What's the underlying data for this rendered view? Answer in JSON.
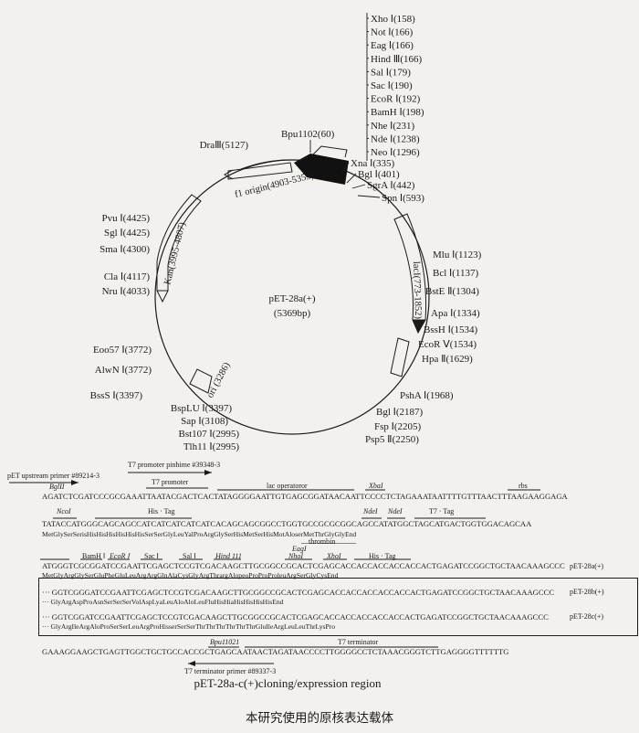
{
  "plasmid": {
    "name": "pET-28a(+)",
    "size": "(5369bp)"
  },
  "sites_right": [
    "Xho Ⅰ(158)",
    "Not Ⅰ(166)",
    "Eag Ⅰ(166)",
    "Hind Ⅲ(166)",
    "Sal Ⅰ(179)",
    "Sac Ⅰ(190)",
    "EcoR Ⅰ(192)",
    "BamH Ⅰ(198)",
    "Nhe Ⅰ(231)",
    "Nde Ⅰ(1238)",
    "Neo Ⅰ(1296)"
  ],
  "sites_mcs_extra": [
    "Xna Ⅰ(335)",
    "Bgl Ⅰ(401)",
    "SgrA Ⅰ(442)",
    "Spn Ⅰ(593)"
  ],
  "sites_right_lower": [
    "Mlu Ⅰ(1123)",
    "Bcl Ⅰ(1137)",
    "BstE Ⅱ(1304)",
    "Apa Ⅰ(1334)",
    "BssH Ⅰ(1534)",
    "EcoR Ⅴ(1534)",
    "Hpa Ⅱ(1629)",
    "PshA Ⅰ(1968)",
    "Bgl Ⅰ(2187)",
    "Fsp Ⅰ(2205)",
    "Psp5 Ⅱ(2250)"
  ],
  "sites_bottom": [
    "Tlh11 Ⅰ(2995)",
    "Bst107 Ⅰ(2995)",
    "Sap Ⅰ(3108)",
    "BspLU Ⅰ(3397)",
    "BssS Ⅰ(3397)"
  ],
  "sites_left": [
    "AlwN Ⅰ(3772)",
    "Eoo57 Ⅰ(3772)",
    "Nru Ⅰ(4033)",
    "Cla Ⅰ(4117)",
    "Sma Ⅰ(4300)",
    "Sgl Ⅰ(4425)",
    "Pvu Ⅰ(4425)",
    "DraⅢ(5127)"
  ],
  "site_top": "Bpu1102(60)",
  "genes": {
    "f1": "f1 origin(4903-5355)",
    "kan": "Kan(3995-4807)",
    "laci": "lacI(773-1852)",
    "ori": "ori (3286)"
  },
  "seq": {
    "upstream_primer": "pET upstream primer #89214-3",
    "bglii": "BglII",
    "t7_pinhime": "T7 promoter pinhime #39348-3",
    "t7_promoter": "T7 promoter",
    "lac_operator": "lac operatoror",
    "xbal": "XbaI",
    "rbs": "rbs",
    "line1": "AGATCTCGATCCCGCGAAATTAATACGACTCACTATAGGGGAATTGTGAGCGGATAACAATTCCCCTCTAGAAATAATTTTGTTTAACTTTAAGAAGGAGA",
    "ncoi": "NcoI",
    "his_tag1": "His · Tag",
    "ndei": "NdeI",
    "ndel2": "NdeI",
    "t7_tag": "T7 · Tag",
    "line2": "TATACCATGGGCAGCAGCCATCATCATCATCATCACAGCAGCGGCCTGGTGCCGCGCGGCAGCCATATGGCTAGCATGACTGGTGGACAGCAA",
    "aa2": "MetGlySerSerisHisHisHisHisHisHisSerSerGlyLeuYalProArgGlySerHisMetSerHisMotAloserMetThrGlyGlyEnd",
    "thrombin": "thrombin",
    "bamhi": "BamH Ⅰ",
    "ecori": "EcoR Ⅰ",
    "saci": "Sac Ⅰ",
    "sali": "Sal Ⅰ",
    "hindiii": "Hind 111",
    "eagi": "EagI",
    "nhoi": "NhoI",
    "xhoi": "XhoI",
    "his_tag2": "His · Tag",
    "line3": "ATGGGTCGCGGATCCGAATTCGAGCTCCGTCGACAAGCTTGCGGCCGCACTCGAGCACCACCACCACCACCACTGAGATCCGGCTGCTAACAAAGCCC",
    "aa3": "MetGlyArgGlySerGluPheGluLeuArgArgGlnAlaCysGlyArgThrargAlopeoProProProleuArgSerGlyCysEnd",
    "line4": "··· GGTCGGGATCCGAATTCGAGCTCCGTCGACAAGCTTGCGGCCGCACTCGAGCACCACCACCACCACCACTGAGATCCGGCTGCTAACAAAGCCC",
    "aa4": "··· GlyArgAspProAsnSerSerSerVolAspLyaLeuAloAloLeuFluHisHiaHisHisHisHisEnd",
    "line5": "··· GGTCGGATCCGAATTCGAGCTCCGTCGACAAGCTTGCGGCCGCACTCGAGCACCACCACCACCACCACTGAGATCCGGCTGCTAACAAAGCCC",
    "aa5": "··· GlyArgIleArgAloProSerSerLeuArgProHisserSerSerThrThrThrThrThrThrGluIleArgLeuLeuThrLysPro",
    "pet28a": "pET-28a(+)",
    "pet28b": "pET-28b(+)",
    "pet28c": "pET-28c(+)",
    "bpu": "Bpu11021",
    "t7_term": "T7 terminator",
    "line6": "GAAAGGAAGCTGAGTTGGCTGCTGCCACCGCTGAGCAATAACTAGATAACCCCTTGGGGCCTCTAAACGGGTCTTGAGGGGTTTTTTG",
    "t7_term_primer": "T7 terminator primer #89337-3"
  },
  "caption_en": "pET-28a-c(+)cloning/expression region",
  "caption_cn": "本研究使用的原核表达载体"
}
